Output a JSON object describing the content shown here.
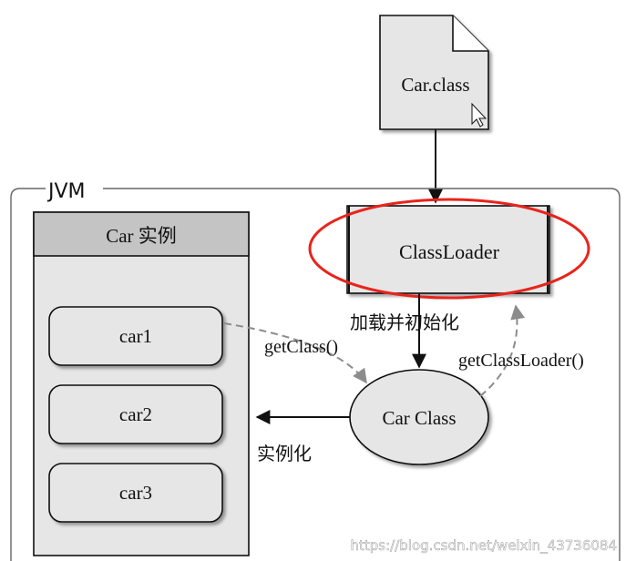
{
  "file": {
    "label": "Car.class"
  },
  "jvm": {
    "label": "JVM"
  },
  "instances_panel": {
    "title": "Car 实例",
    "items": [
      {
        "label": "car1"
      },
      {
        "label": "car2"
      },
      {
        "label": "car3"
      }
    ]
  },
  "classloader": {
    "label": "ClassLoader"
  },
  "car_class": {
    "label": "Car Class"
  },
  "edges": {
    "load_init": "加载并初始化",
    "get_class": "getClass()",
    "get_classloader": "getClassLoader()",
    "instantiate": "实例化"
  },
  "watermark": "https://blog.csdn.net/weixin_43736084",
  "colors": {
    "box_fill": "#e6e6e6",
    "header_fill": "#c4c4c4",
    "highlight": "#e8241c",
    "line": "#111111",
    "dashed": "#8c8c8c"
  }
}
